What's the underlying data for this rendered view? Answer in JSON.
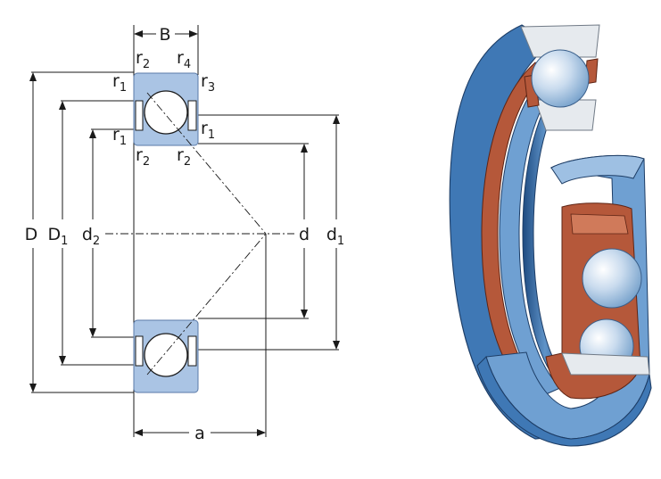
{
  "labels": {
    "B": "B",
    "D": "D",
    "D1_main": "D",
    "D1_sub": "1",
    "d2_main": "d",
    "d2_sub": "2",
    "d": "d",
    "d1_main": "d",
    "d1_sub": "1",
    "a": "a",
    "r_main": "r",
    "r1_sub": "1",
    "r2_sub": "2",
    "r3_sub": "3",
    "r4_sub": "4"
  },
  "colors": {
    "section_fill": "#aac4e4",
    "ring_blue": "#3f78b5",
    "cage_brown": "#b5583a",
    "ball_silver": "#e6eaee"
  }
}
